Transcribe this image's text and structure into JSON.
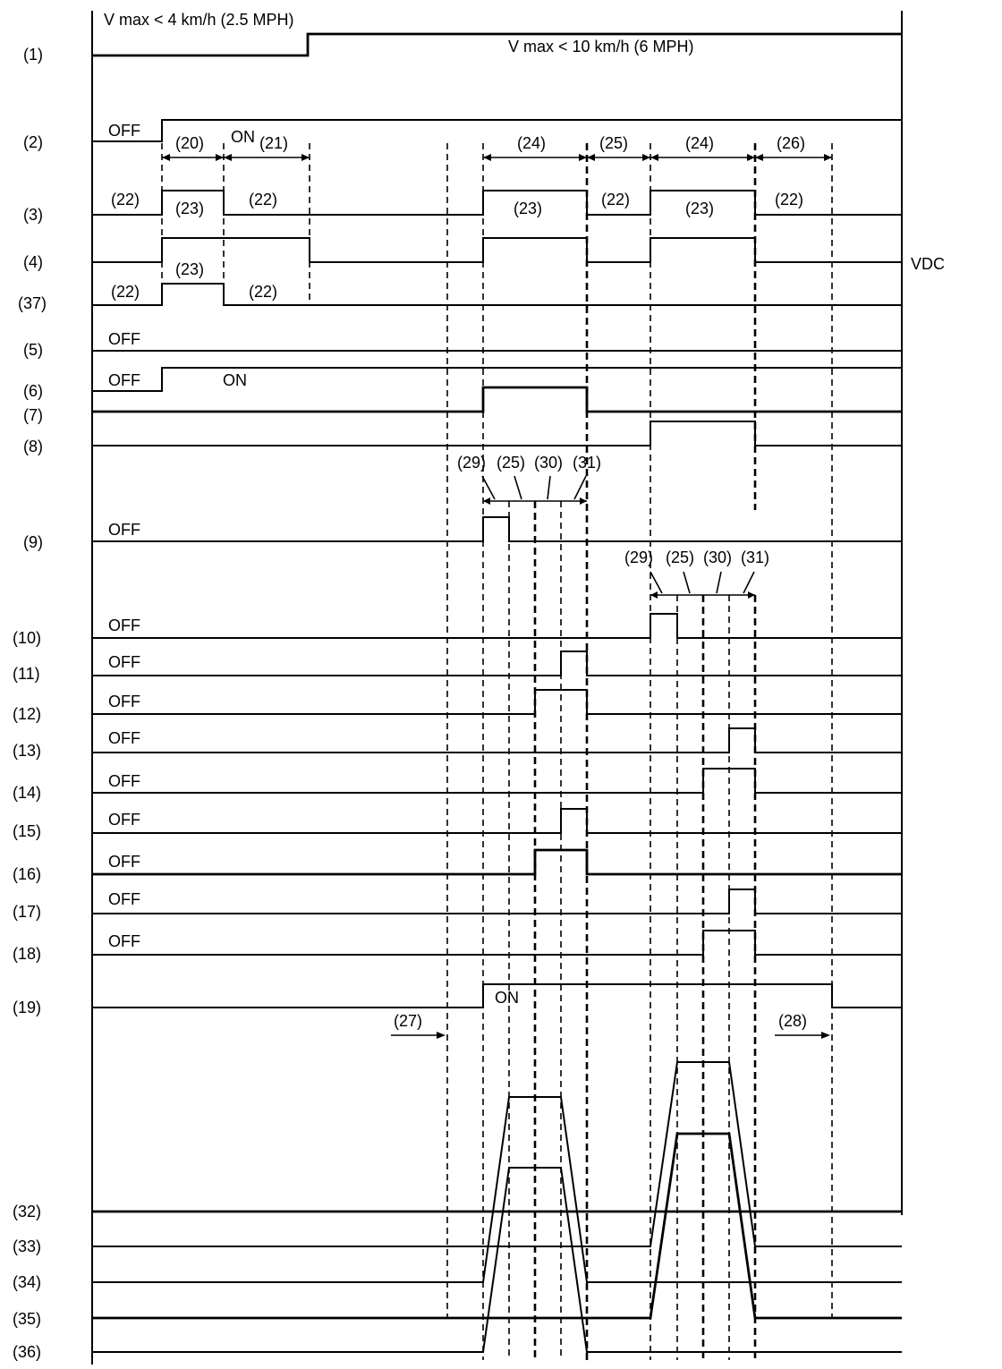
{
  "diagram": {
    "row_labels": {
      "r1": "(1)",
      "r2": "(2)",
      "r3": "(3)",
      "r4": "(4)",
      "r37": "(37)",
      "r5": "(5)",
      "r6": "(6)",
      "r7": "(7)",
      "r8": "(8)",
      "r9": "(9)",
      "r10": "(10)",
      "r11": "(11)",
      "r12": "(12)",
      "r13": "(13)",
      "r14": "(14)",
      "r15": "(15)",
      "r16": "(16)",
      "r17": "(17)",
      "r18": "(18)",
      "r19": "(19)",
      "r32": "(32)",
      "r33": "(33)",
      "r34": "(34)",
      "r35": "(35)",
      "r36": "(36)"
    },
    "speed_limit_low": "V max < 4 km/h (2.5 MPH)",
    "speed_limit_high": "V max < 10 km/h (6 MPH)",
    "state_off": "OFF",
    "state_on": "ON",
    "vdc_label": "VDC",
    "interval_20": "(20)",
    "interval_21": "(21)",
    "interval_22": "(22)",
    "interval_23": "(23)",
    "interval_24": "(24)",
    "interval_25": "(25)",
    "interval_26": "(26)",
    "marker_27": "(27)",
    "marker_28": "(28)",
    "phase_29": "(29)",
    "phase_30": "(30)",
    "phase_31": "(31)"
  }
}
